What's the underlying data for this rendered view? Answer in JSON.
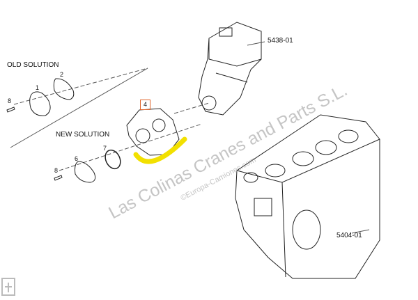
{
  "labels": {
    "old_solution": "OLD SOLUTION",
    "new_solution": "NEW SOLUTION",
    "compressor_ref": "5438-01",
    "engine_block_ref": "5404-01"
  },
  "part_numbers": {
    "old_gasket": "1",
    "old_cover": "2",
    "old_bolt": "8",
    "pump": "4",
    "new_oring": "7",
    "new_cover": "6",
    "new_bolt": "8"
  },
  "watermark": {
    "main": "Las Colinas Cranes and Parts S.L.",
    "sub": "©Europa-Camiones.com"
  },
  "colors": {
    "highlight": "#f2e000",
    "callout": "#e0642a"
  }
}
